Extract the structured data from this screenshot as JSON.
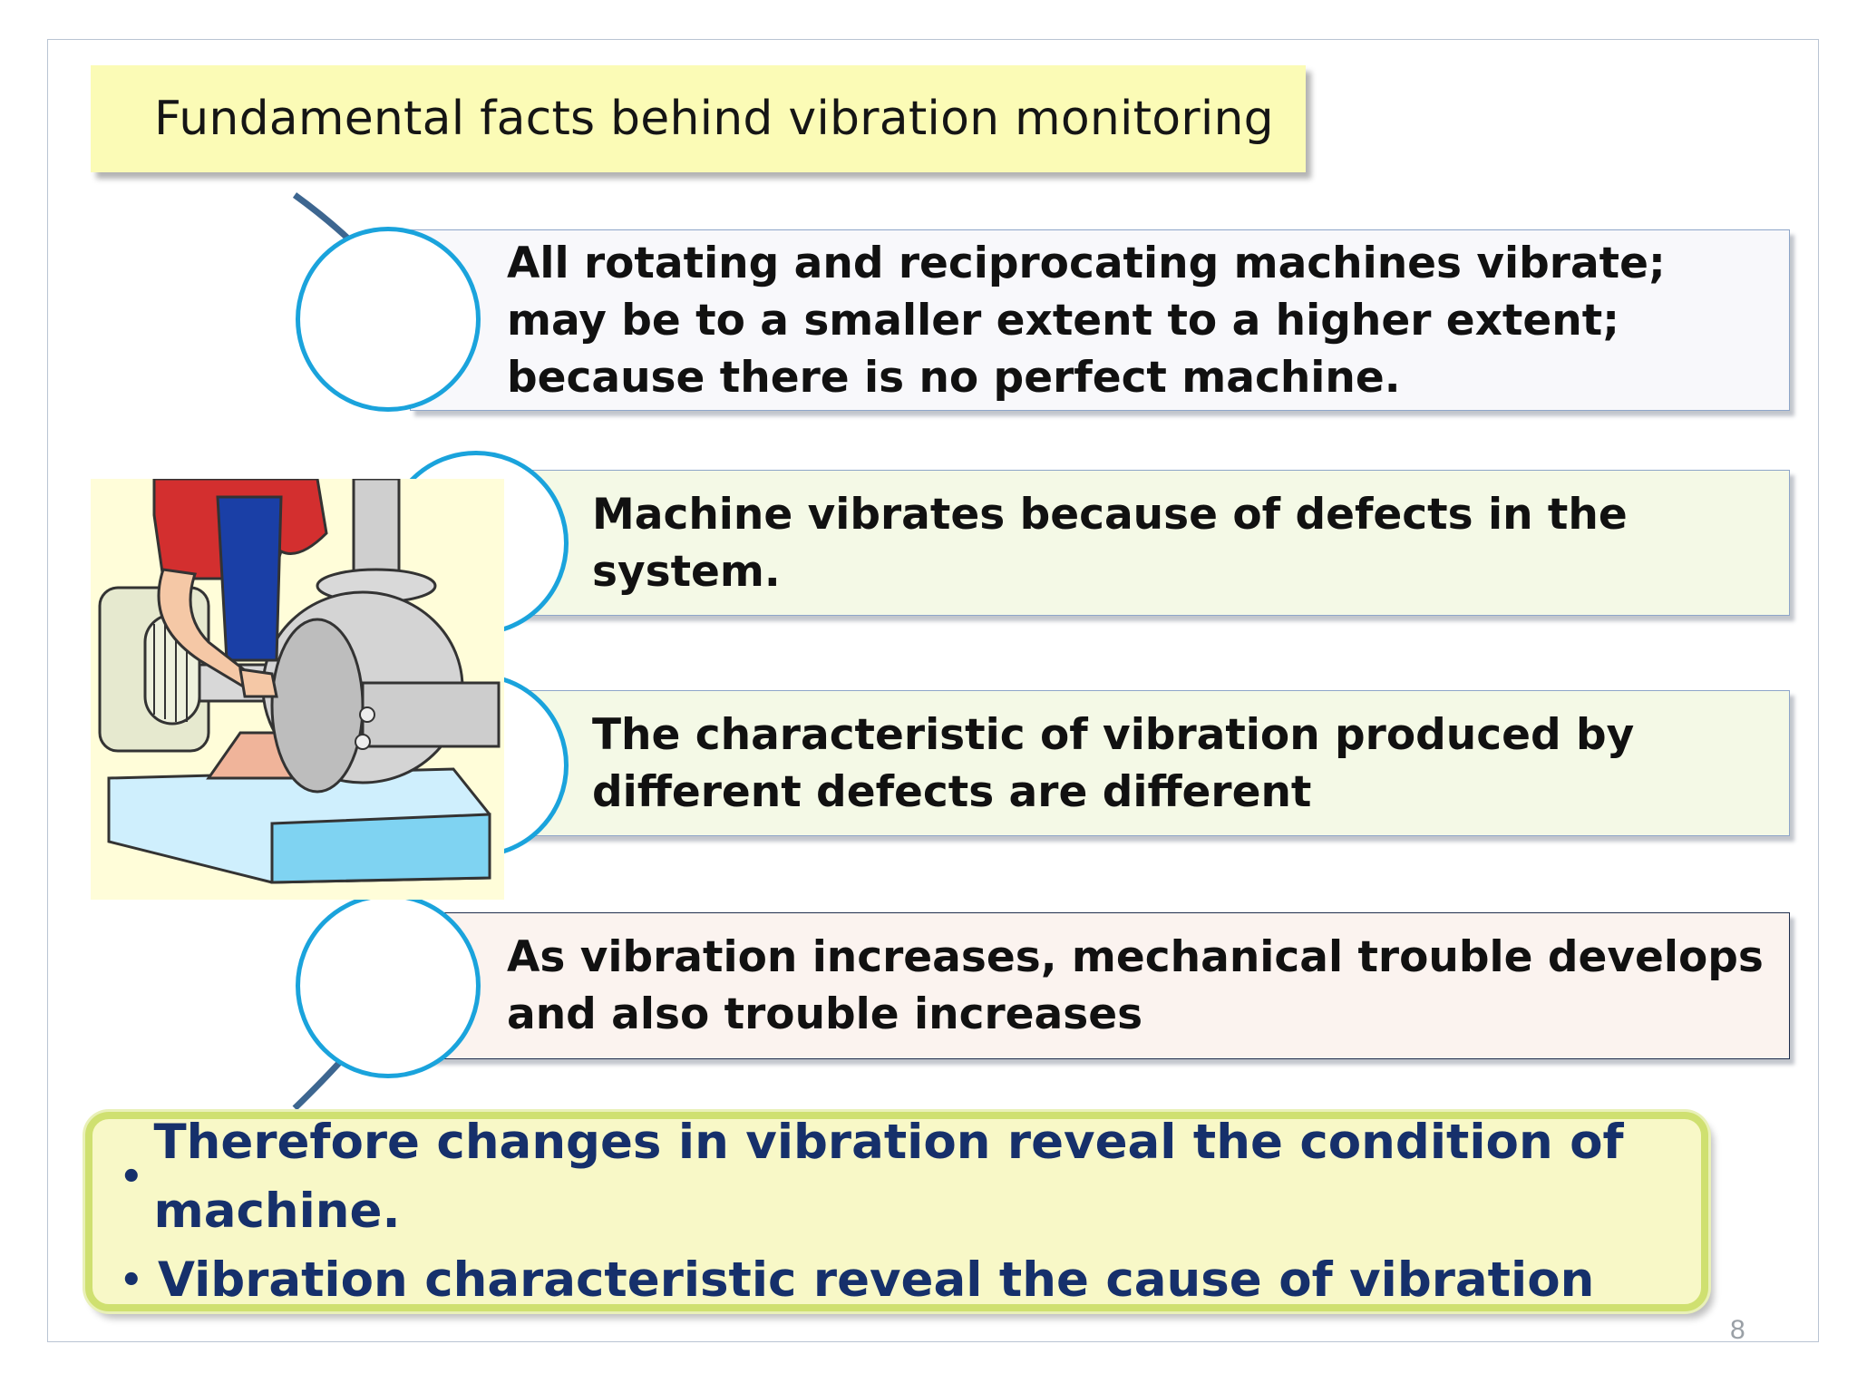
{
  "slide": {
    "title": "Fundamental facts behind vibration monitoring",
    "page_number": "8"
  },
  "facts": [
    {
      "text": "All rotating and reciprocating machines vibrate; may be to a smaller extent to a higher extent; because there is no perfect machine."
    },
    {
      "text": "Machine vibrates because of defects in the system."
    },
    {
      "text": "The characteristic of vibration produced by different defects are different"
    },
    {
      "text": "As vibration increases, mechanical trouble develops and also trouble increases"
    }
  ],
  "summary": {
    "items": [
      "Therefore changes in vibration reveal the condition of machine.",
      "Vibration characteristic reveal the cause of vibration"
    ]
  },
  "illustration": {
    "subject": "worker-inspecting-centrifugal-pump"
  },
  "colors": {
    "title_bg": "#fbfbb6",
    "circle_border": "#1aa3dc",
    "summary_text": "#16306b",
    "summary_border": "#cfe070",
    "connector": "#3d6690"
  }
}
